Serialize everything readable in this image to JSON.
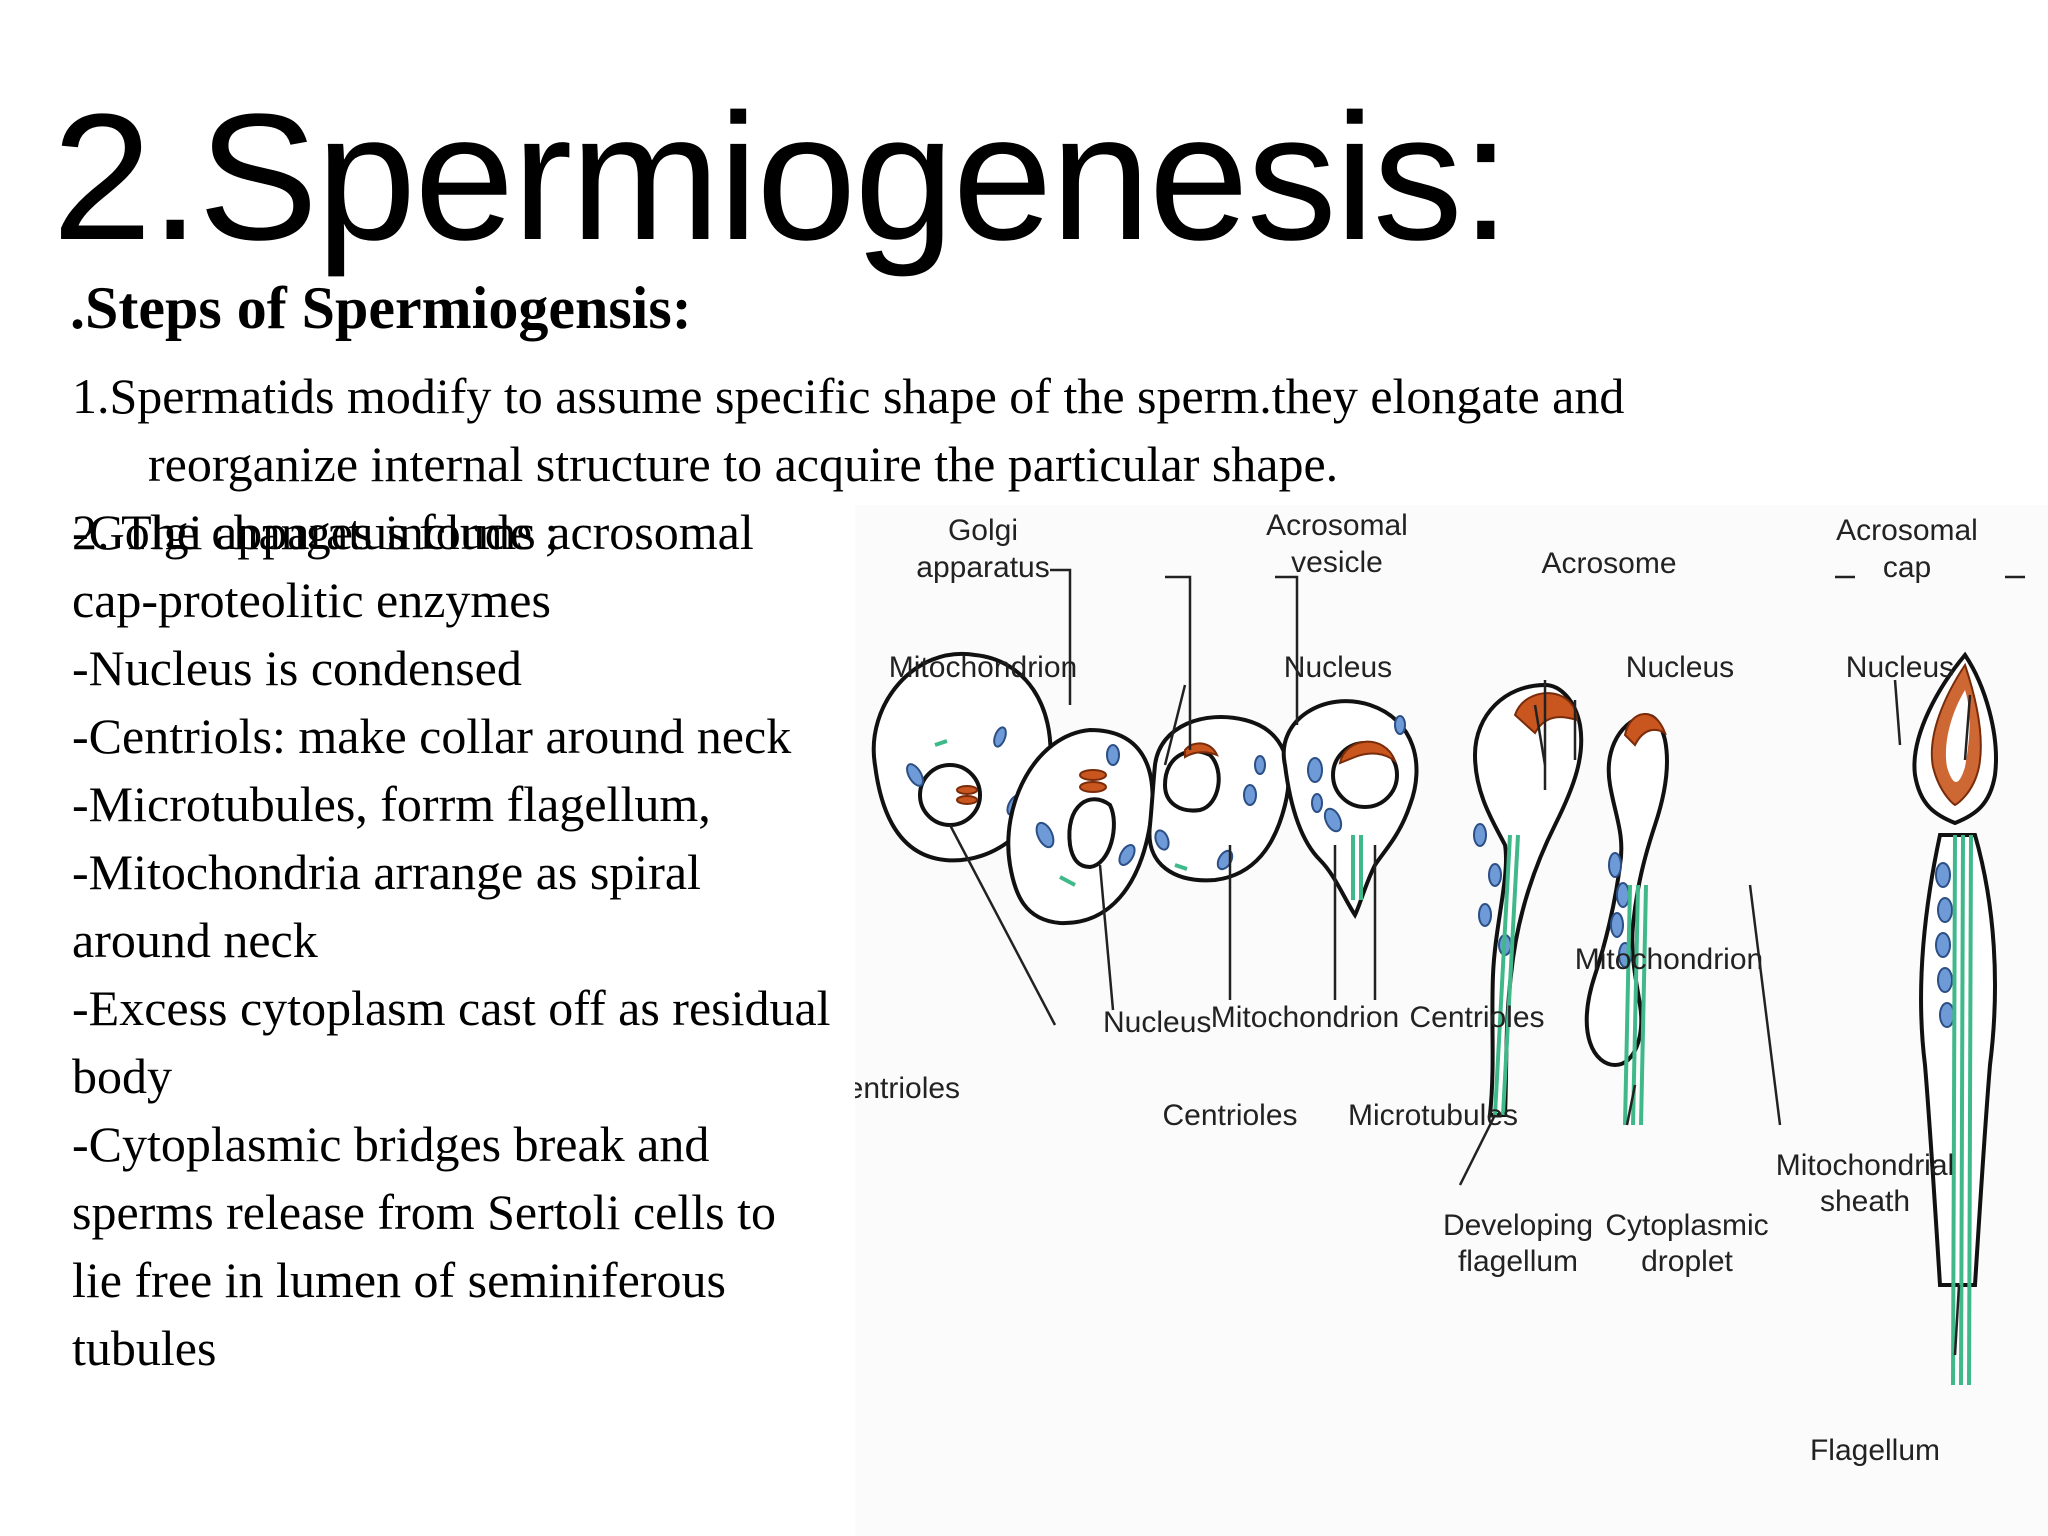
{
  "title": "2.Spermiogenesis:",
  "subtitle": ".Steps of  Spermiogensis:",
  "step1": {
    "line1": "1.Spermatids  modify to assume specific shape of the sperm.they elongate  and",
    "line2": "reorganize internal structure to acquire the particular  shape."
  },
  "step2": {
    "intro": "2. The changes include ;",
    "lines": [
      " -Golgi apparatus forms acrosomal",
      " cap-proteolitic enzymes",
      "-Nucleus  is condensed",
      "-Centriols: make collar around neck",
      " -Microtubules, forrm flagellum,",
      "-Mitochondria arrange as spiral",
      "around neck",
      "-Excess cytoplasm cast off as residual",
      " body",
      "-Cytoplasmic bridges break and",
      "sperms release from Sertoli cells to",
      "lie free in lumen of seminiferous",
      "tubules"
    ]
  },
  "diagram": {
    "labels": {
      "golgi": [
        "Golgi",
        "apparatus"
      ],
      "mitochondrion_1": "Mitochondrion",
      "nucleus_1": "Nucleus",
      "centrioles_1": "Centrioles",
      "acrosomal_vesicle": [
        "Acrosomal",
        "vesicle"
      ],
      "nucleus_2": "Nucleus",
      "mitochondrion_2": "Mitochondrion",
      "centrioles_2": "Centrioles",
      "centrioles_3": "Centrioles",
      "microtubules": "Microtubules",
      "acrosome": "Acrosome",
      "nucleus_3": "Nucleus",
      "mitochondrion_3": "Mitochondrion",
      "developing_flagellum": [
        "Developing",
        "flagellum"
      ],
      "cytoplasmic_droplet": [
        "Cytoplasmic",
        "droplet"
      ],
      "acrosomal_cap": [
        "Acrosomal",
        "cap"
      ],
      "nucleus_4": "Nucleus",
      "mitochondrial_sheath": [
        "Mitochondrial",
        "sheath"
      ],
      "flagellum": "Flagellum"
    }
  },
  "colors": {
    "acrosome": "#c8561e",
    "mitochondria": "#6e9bd8",
    "microtubules": "#3fb98a"
  }
}
